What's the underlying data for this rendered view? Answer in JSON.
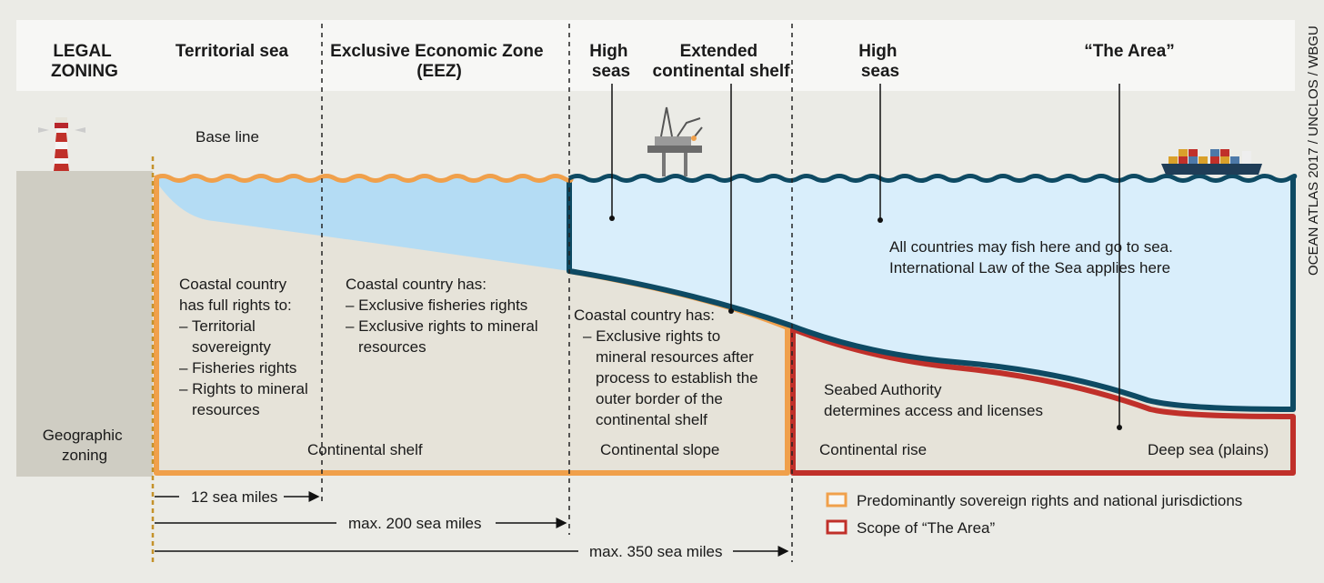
{
  "header": {
    "legal_zoning": [
      "LEGAL",
      "ZONING"
    ],
    "territorial_sea": "Territorial sea",
    "eez": [
      "Exclusive Economic Zone",
      "(EEZ)"
    ],
    "high_seas_1": [
      "High",
      "seas"
    ],
    "extended_shelf": [
      "Extended",
      "continental shelf"
    ],
    "high_seas_2": [
      "High",
      "seas"
    ],
    "the_area": "“The Area”"
  },
  "credit": "OCEAN ATLAS 2017 / UNCLOS / WBGU",
  "base_line": "Base line",
  "geographic_zoning": [
    "Geographic",
    "zoning"
  ],
  "zones": {
    "territorial": [
      "Coastal country",
      "has full rights to:",
      "– Territorial",
      "sovereignty",
      "– Fisheries rights",
      "– Rights to mineral",
      "resources"
    ],
    "eez": [
      "Coastal country has:",
      "– Exclusive fisheries rights",
      "– Exclusive rights to mineral",
      "resources"
    ],
    "extended": [
      "Coastal country has:",
      "– Exclusive rights to",
      "mineral resources after",
      "process to establish the",
      "outer border of the",
      "continental shelf"
    ],
    "high_seas": [
      "All countries may fish here and go to sea.",
      "International Law of the Sea applies here"
    ],
    "seabed": [
      "Seabed Authority",
      "determines access and licenses"
    ]
  },
  "seabed_labels": {
    "shelf": "Continental shelf",
    "slope": "Continental slope",
    "rise": "Continental rise",
    "deep": "Deep sea (plains)"
  },
  "distances": {
    "d12": "12 sea miles",
    "d200": "max. 200 sea miles",
    "d350": "max. 350 sea miles"
  },
  "legend": {
    "sovereign": "Predominantly sovereign rights and national jurisdictions",
    "area": "Scope of “The Area”"
  },
  "colors": {
    "background": "#ebebe6",
    "header_band": "#f7f7f5",
    "land": "#cfcdc3",
    "seabed": "#e6e3d9",
    "shallow_water": "#b4dcf4",
    "deep_water": "#d9eefb",
    "sea_outline": "#0e4a63",
    "sovereign_orange": "#f0a04b",
    "area_red": "#c0302a"
  }
}
